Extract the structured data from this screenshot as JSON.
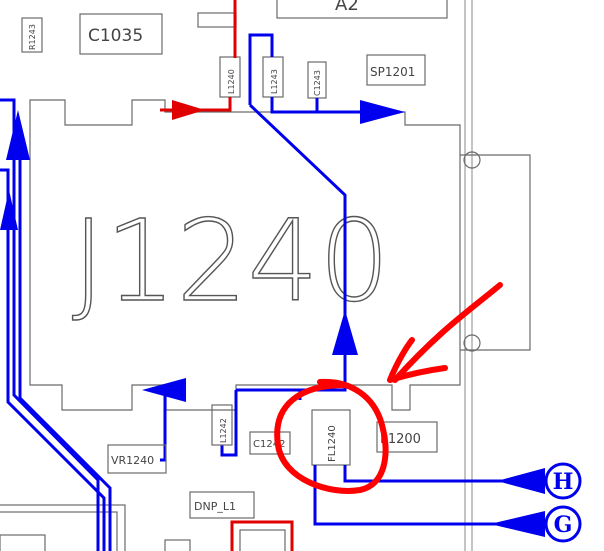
{
  "connector": {
    "ref": "J1240"
  },
  "parts": {
    "c1035": "C1035",
    "r1243": "R1243",
    "l1240": "L1240",
    "l1243": "L1243",
    "c1243": "C1243",
    "sp1201": "SP1201",
    "l1242": "L1242",
    "c1242": "C1242",
    "fl1240": "FL1240",
    "p1200": "P1200",
    "vr1240": "VR1240",
    "dnp_l1": "DNP_L1",
    "a2": "A2"
  },
  "tags": {
    "h": "H",
    "g": "G"
  },
  "colors": {
    "trace": "#0000ee",
    "trace_red": "#e00000",
    "highlight": "#ff0000"
  }
}
